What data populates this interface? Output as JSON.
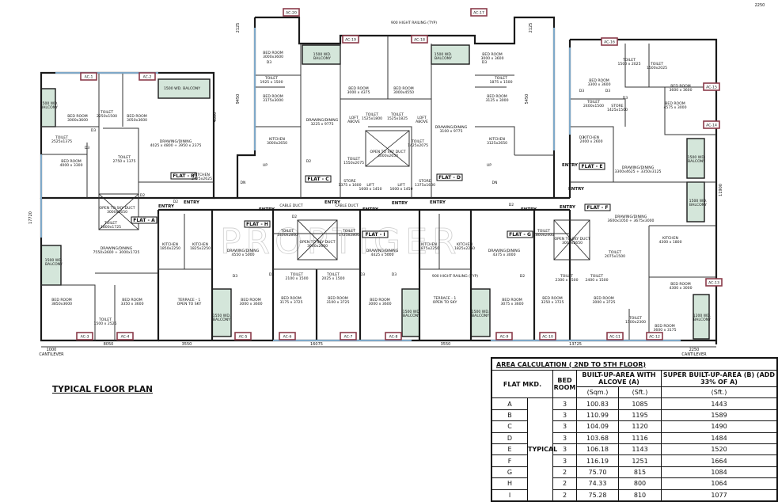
{
  "title": "TYPICAL FLOOR PLAN",
  "watermark": "PROPTIGER",
  "colors": {
    "balcony": "#d4e6da",
    "window": "#7fa9c9",
    "ac_ledge": "#8a3b4a",
    "wall": "#1a1a1a"
  },
  "plan": {
    "flats": [
      "FLAT - A",
      "FLAT - B",
      "FLAT - C",
      "FLAT - D",
      "FLAT - E",
      "FLAT - F",
      "FLAT - G",
      "FLAT - H",
      "FLAT - I"
    ],
    "rooms": [
      {
        "name": "BED ROOM",
        "size": "3000x3600"
      },
      {
        "name": "TOILET",
        "size": "2250x1500"
      },
      {
        "name": "BED ROOM",
        "size": "3050x3600"
      },
      {
        "name": "1500 WD. BALCONY",
        "size": ""
      },
      {
        "name": "1500 WD.",
        "size": "BALCONY"
      },
      {
        "name": "DRAWING/DINING",
        "size": "4025 x 4800 + 3950 x 2375"
      },
      {
        "name": "TOILET",
        "size": "2525x1375"
      },
      {
        "name": "BED ROOM",
        "size": "4000 x 3300"
      },
      {
        "name": "TOILET",
        "size": "2750 x 1375"
      },
      {
        "name": "OPEN TO SKY DUCT",
        "size": "3000x2650"
      },
      {
        "name": "KITCHEN",
        "size": "2425x2625"
      },
      {
        "name": "TOILET",
        "size": "1800x1725"
      },
      {
        "name": "DRAWING/DINING",
        "size": "7550x3600 + 3000x1725"
      },
      {
        "name": "1500 WD.",
        "size": "BALCONY"
      },
      {
        "name": "BED ROOM",
        "size": "3850x3600"
      },
      {
        "name": "BED ROOM",
        "size": "3350 x 3600"
      },
      {
        "name": "TOILET",
        "size": "1500 x 2525"
      },
      {
        "name": "KITCHEN",
        "size": "1850x2250"
      },
      {
        "name": "KITCHEN",
        "size": "1825x2250"
      },
      {
        "name": "TERRACE - 1",
        "size": "OPEN TO SKY"
      },
      {
        "name": "DRAWING/DINING",
        "size": "4550 x 5000"
      },
      {
        "name": "1550 WD.",
        "size": "BALCONY"
      },
      {
        "name": "BED ROOM",
        "size": "3000 x 3600"
      },
      {
        "name": "TOILET",
        "size": "1400x2800"
      },
      {
        "name": "OPEN TO SKY DUCT",
        "size": "3000x2650"
      },
      {
        "name": "TOILET",
        "size": "1725x2800"
      },
      {
        "name": "TOILET",
        "size": "2100 x 1500"
      },
      {
        "name": "TOILET",
        "size": "2025 x 1500"
      },
      {
        "name": "BED ROOM",
        "size": "3175 x 3725"
      },
      {
        "name": "BED ROOM",
        "size": "3100 x 3725"
      },
      {
        "name": "DRAWING/DINING",
        "size": "4425 x 5000"
      },
      {
        "name": "BED ROOM",
        "size": "3000 x 3600"
      },
      {
        "name": "KITCHEN",
        "size": "1875x2250"
      },
      {
        "name": "KITCHEN",
        "size": "1825x2250"
      },
      {
        "name": "TERRACE - 1",
        "size": "OPEN TO SKY"
      },
      {
        "name": "1500 WD.",
        "size": "BALCONY"
      },
      {
        "name": "1500 WD.",
        "size": "BALCONY"
      },
      {
        "name": "DRAWING/DINING",
        "size": "4375 x 3000"
      },
      {
        "name": "BED ROOM",
        "size": "3075 x 3600"
      },
      {
        "name": "TOILET",
        "size": "1800x2400"
      },
      {
        "name": "OPEN TO SKY DUCT",
        "size": "3000x2650"
      },
      {
        "name": "TOILET",
        "size": "2300 x 1500"
      },
      {
        "name": "TOILET",
        "size": "2400 x 1500"
      },
      {
        "name": "BED ROOM",
        "size": "3250 x 3725"
      },
      {
        "name": "BED ROOM",
        "size": "3000 x 3725"
      },
      {
        "name": "TOILET",
        "size": "2075x1500"
      },
      {
        "name": "TOILET",
        "size": "1500x2300"
      },
      {
        "name": "KITCHEN",
        "size": "4300 x 1800"
      },
      {
        "name": "BED ROOM",
        "size": "4300 x 3000"
      },
      {
        "name": "BED ROOM",
        "size": "3600 x 3175"
      },
      {
        "name": "1200 WD.",
        "size": "BALCONY"
      },
      {
        "name": "DRAWING/DINING",
        "size": "3600x1050 + 3675x3000"
      },
      {
        "name": "1500 WD.",
        "size": "BALCONY"
      },
      {
        "name": "DRAWING/DINING",
        "size": "3300x4625 + 3350x3125"
      },
      {
        "name": "1500 WD.",
        "size": "BALCONY"
      },
      {
        "name": "KITCHEN",
        "size": "2400 x 2600"
      },
      {
        "name": "TOILET",
        "size": "2400x1500"
      },
      {
        "name": "STORE",
        "size": "1425x1500"
      },
      {
        "name": "BED ROOM",
        "size": "4575 x 3000"
      },
      {
        "name": "BED ROOM",
        "size": "3300 x 3600"
      },
      {
        "name": "TOILET",
        "size": "1500 x 2025"
      },
      {
        "name": "TOILET",
        "size": "1500x2025"
      },
      {
        "name": "BED ROOM",
        "size": "3600 x 3600"
      },
      {
        "name": "BED ROOM",
        "size": "3000x3600"
      },
      {
        "name": "1500 WD.",
        "size": "BALCONY"
      },
      {
        "name": "TOILET",
        "size": "1925 x 1500"
      },
      {
        "name": "BED ROOM",
        "size": "3175x3000"
      },
      {
        "name": "DRAWING/DINING",
        "size": "3225 x 9775"
      },
      {
        "name": "KITCHEN",
        "size": "3000x2650"
      },
      {
        "name": "BED ROOM",
        "size": "3000 x 4375"
      },
      {
        "name": "BED ROOM",
        "size": "3000x4550"
      },
      {
        "name": "TOILET",
        "size": "1525x1800"
      },
      {
        "name": "TOILET",
        "size": "1525x1825"
      },
      {
        "name": "LOFT",
        "size": "ABOVE"
      },
      {
        "name": "LOFT",
        "size": "ABOVE"
      },
      {
        "name": "OPEN TO SKY DUCT",
        "size": "3000x2650"
      },
      {
        "name": "TOILET",
        "size": "1550x2075"
      },
      {
        "name": "TOILET",
        "size": "1425x2075"
      },
      {
        "name": "STORE",
        "size": "1375 x 1600"
      },
      {
        "name": "LIFT",
        "size": "1600 x 1450"
      },
      {
        "name": "LIFT",
        "size": "1600 x 1450"
      },
      {
        "name": "STORE",
        "size": "1375x1600"
      },
      {
        "name": "1500 WD.",
        "size": "BALCONY"
      },
      {
        "name": "DRAWING/DINING",
        "size": "3100 x 9775"
      },
      {
        "name": "TOILET",
        "size": "1875 x 1500"
      },
      {
        "name": "BED ROOM",
        "size": "3125 x 3000"
      },
      {
        "name": "BED ROOM",
        "size": "3000 x 3600"
      },
      {
        "name": "KITCHEN",
        "size": "3125x2650"
      }
    ],
    "notes": [
      "ENTRY",
      "ENTRY",
      "ENTRY",
      "ENTRY",
      "ENTRY",
      "ENTRY",
      "ENTRY",
      "ENTRY",
      "ENTRY",
      "ENTRY",
      "ENTRY",
      "CABLE DUCT",
      "CABLE DUCT",
      "900 HIGHT RAILING (TYP)",
      "900 HIGHT RAILING (TYP)",
      "UP",
      "DN",
      "UP",
      "DN"
    ],
    "ac_ledges": [
      "AC-1",
      "AC-2",
      "AC-3",
      "AC-4",
      "AC-5",
      "AC-6",
      "AC-7",
      "AC-8",
      "AC-9",
      "AC-10",
      "AC-11",
      "AC-12",
      "AC-13",
      "AC-14",
      "AC-15",
      "AC-16",
      "AC-17",
      "AC-18",
      "AC-19",
      "AC-20"
    ],
    "doors": [
      "D3",
      "D3",
      "D2",
      "D2",
      "D2",
      "D3",
      "D3",
      "D3",
      "D3",
      "D2",
      "D2",
      "D3",
      "D3",
      "D3",
      "D3",
      "D2",
      "D3",
      "D3"
    ],
    "dimensions": [
      "1000",
      "CANTILEVER",
      "8050",
      "3550",
      "16075",
      "3550",
      "13725",
      "2250",
      "CANTILEVER",
      "17720",
      "11900",
      "4800",
      "9450",
      "5450",
      "2125",
      "2125",
      "2250"
    ]
  },
  "area_table": {
    "title": "AREA CALCULATION ( 2ND TO 5TH FLOOR)",
    "headers": {
      "flat": "FLAT MKD.",
      "bed": "BED ROOM",
      "built": "BUILT-UP-AREA WITH ALCOVE (A)",
      "super": "SUPER BUILT-UP-AREA (B) (ADD 33% OF A)",
      "sqm": "(Sqm.)",
      "sft": "(Sft.)",
      "super_sft": "(Sft.)"
    },
    "group_label": "TYPICAL",
    "rows": [
      {
        "flat": "A",
        "bed": "3",
        "sqm": "100.83",
        "sft": "1085",
        "super": "1443"
      },
      {
        "flat": "B",
        "bed": "3",
        "sqm": "110.99",
        "sft": "1195",
        "super": "1589"
      },
      {
        "flat": "C",
        "bed": "3",
        "sqm": "104.09",
        "sft": "1120",
        "super": "1490"
      },
      {
        "flat": "D",
        "bed": "3",
        "sqm": "103.68",
        "sft": "1116",
        "super": "1484"
      },
      {
        "flat": "E",
        "bed": "3",
        "sqm": "106.18",
        "sft": "1143",
        "super": "1520"
      },
      {
        "flat": "F",
        "bed": "3",
        "sqm": "116.19",
        "sft": "1251",
        "super": "1664"
      },
      {
        "flat": "G",
        "bed": "2",
        "sqm": "75.70",
        "sft": "815",
        "super": "1084"
      },
      {
        "flat": "H",
        "bed": "2",
        "sqm": "74.33",
        "sft": "800",
        "super": "1064"
      },
      {
        "flat": "I",
        "bed": "2",
        "sqm": "75.28",
        "sft": "810",
        "super": "1077"
      }
    ]
  }
}
